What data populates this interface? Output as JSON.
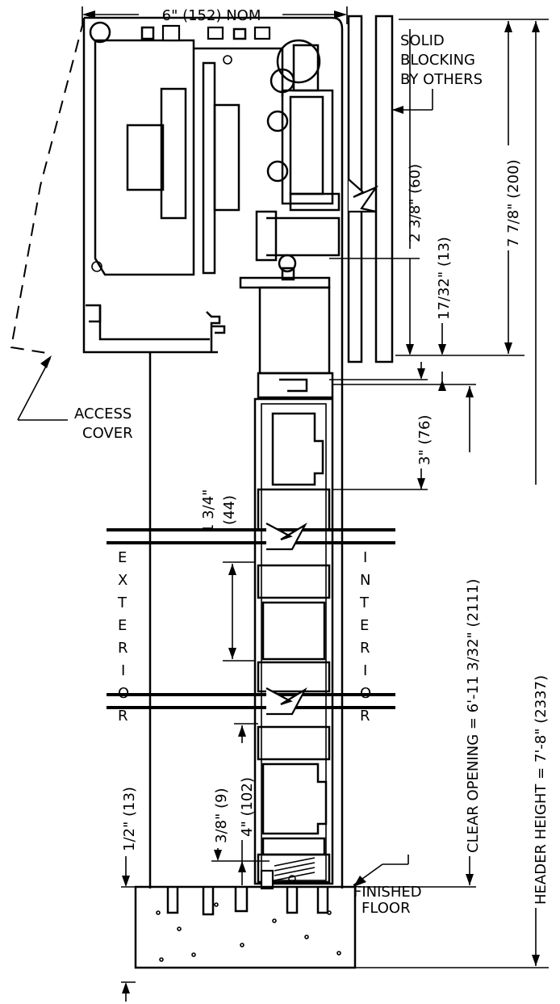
{
  "labels": {
    "top_width": "6\" (152) NOM",
    "solid_blocking_1": "SOLID",
    "solid_blocking_2": "BLOCKING",
    "solid_blocking_3": "BY OTHERS",
    "access_cover_1": "ACCESS",
    "access_cover_2": "COVER",
    "finished_floor_1": "FINISHED",
    "finished_floor_2": "FLOOR",
    "exterior_letters": [
      "E",
      "X",
      "T",
      "E",
      "R",
      "I",
      "O",
      "R"
    ],
    "interior_letters": [
      "I",
      "N",
      "T",
      "E",
      "R",
      "I",
      "O",
      "R"
    ]
  },
  "dimensions": {
    "dim_60": "2 3/8\" (60)",
    "dim_200": "7 7/8\" (200)",
    "dim_13_top": "17/32\" (13)",
    "dim_76": "3\" (76)",
    "dim_44_a": "1 3/4\"",
    "dim_44_b": "(44)",
    "dim_2111": "CLEAR OPENING = 6'-11 3/32\" (2111)",
    "dim_2337": "HEADER HEIGHT = 7'-8\" (2337)",
    "dim_102": "4\" (102)",
    "dim_9": "3/8\" (9)",
    "dim_13_bottom": "1/2\" (13)"
  }
}
